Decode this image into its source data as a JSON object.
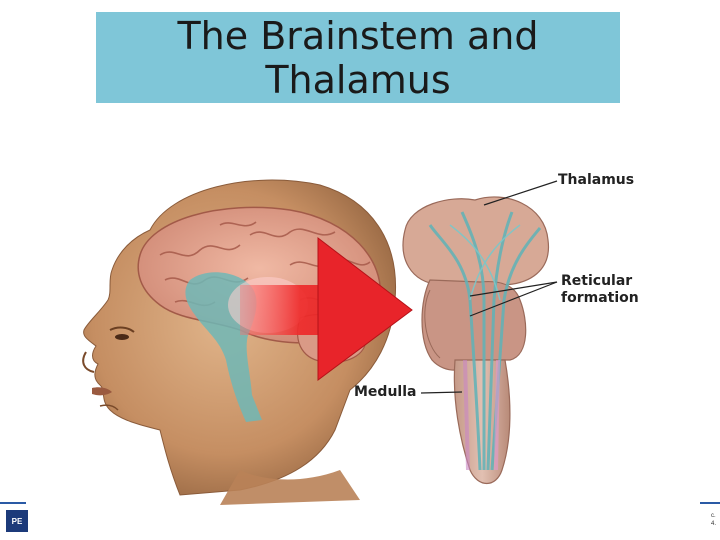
{
  "slide": {
    "title": "The Brainstem and\nThalamus"
  },
  "labels": {
    "thalamus": "Thalamus",
    "reticular": "Reticular\nformation",
    "medulla": "Medulla"
  },
  "footer": {
    "logo_text": "PE",
    "corner_text": "c.\n4."
  },
  "colors": {
    "title_bg": "#7fc6d8",
    "arrow": "#e8242a",
    "rule": "#2a5aa5"
  }
}
